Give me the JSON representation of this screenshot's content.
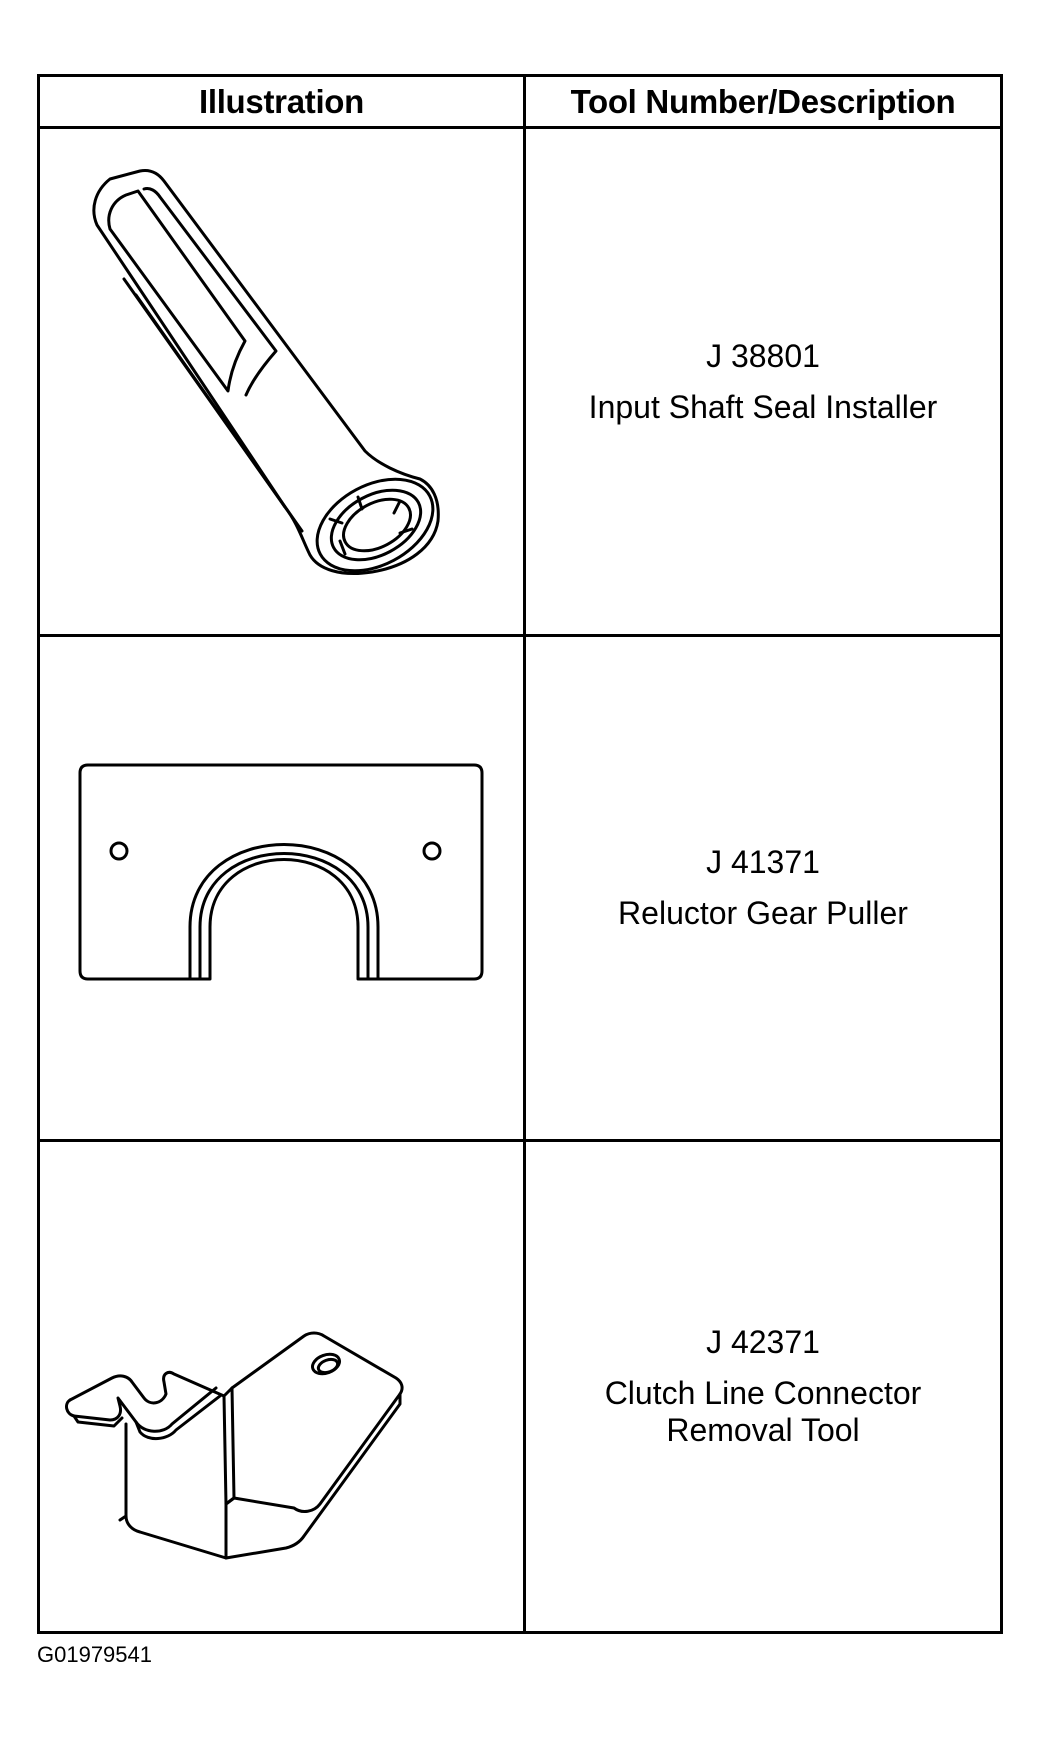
{
  "table": {
    "headers": {
      "illustration": "Illustration",
      "description": "Tool Number/Description"
    },
    "rows": [
      {
        "tool_number": "J 38801",
        "description": "Input Shaft Seal Installer",
        "illustration_icon": "seal-installer-icon"
      },
      {
        "tool_number": "J 41371",
        "description": "Reluctor Gear Puller",
        "illustration_icon": "gear-puller-icon"
      },
      {
        "tool_number": "J 42371",
        "description": "Clutch Line Connector\nRemoval Tool",
        "illustration_icon": "connector-removal-tool-icon"
      }
    ]
  },
  "figure_id": "G01979541",
  "colors": {
    "line": "#000000",
    "background": "#ffffff"
  }
}
